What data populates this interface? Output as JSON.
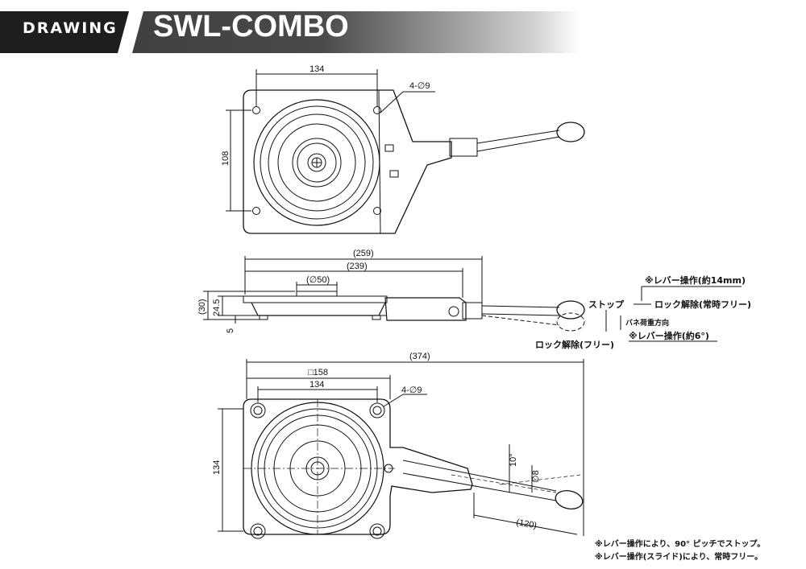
{
  "header": {
    "label": "DRAWING",
    "title": "SWL-COMBO"
  },
  "top_view": {
    "dim_width": "134",
    "dim_height": "108",
    "hole_callout": "4-∅9"
  },
  "side_view": {
    "dim_overall": "(259)",
    "dim_inner": "(239)",
    "dim_center": "(∅50)",
    "dim_height_total": "(30)",
    "dim_height_body": "24.5",
    "dim_base": "5",
    "note_stroke_14": "※レバー操作(約14mm)",
    "label_stop": "ストップ",
    "label_unlock_always": "ロック解除(常時フリー)",
    "label_spring": "バネ荷重方向",
    "note_stroke_6": "※レバー操作(約6°)",
    "label_unlock_free": "ロック解除(フリー)"
  },
  "bottom_view": {
    "dim_overall": "(374)",
    "dim_square": "□158",
    "dim_width": "134",
    "dim_height": "134",
    "hole_callout": "4-∅9",
    "dim_angle": "10°",
    "dim_rod": "∅8",
    "dim_lever": "(120)"
  },
  "notes": [
    "※レバー操作により、90° ピッチでストップ。",
    "※レバー操作(スライド)により、常時フリー。"
  ],
  "colors": {
    "header_dark": "#2b2b2b",
    "header_fade": "#ffffff",
    "line": "#111111"
  }
}
